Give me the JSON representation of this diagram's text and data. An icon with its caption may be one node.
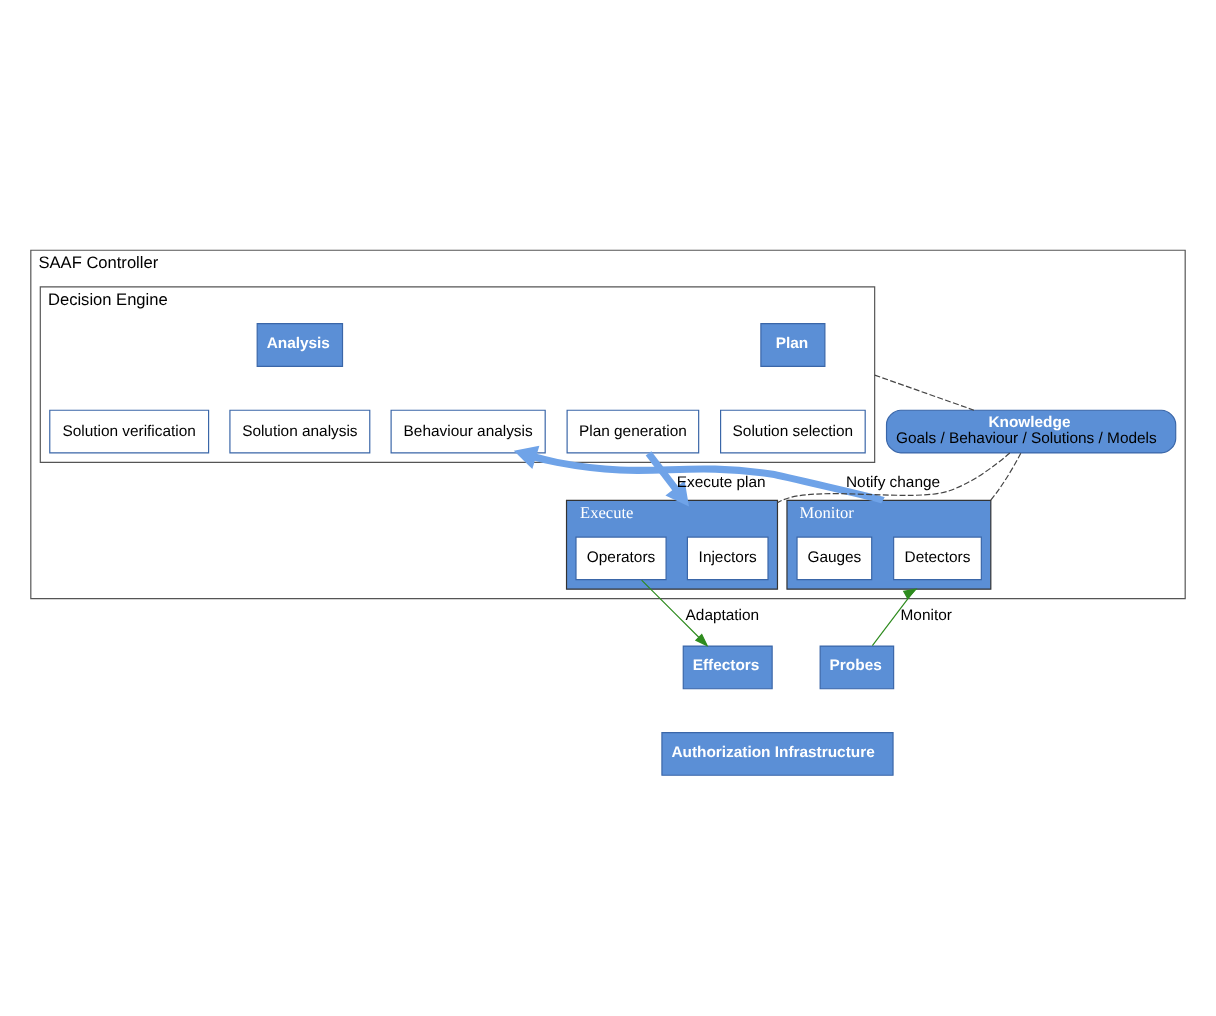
{
  "diagram": {
    "nodes": [
      {
        "text": [
          "SAAF Controller"
        ]
      },
      {
        "text": [
          "Decision Engine"
        ],
        "in": 0
      },
      {
        "text": [
          "Plan"
        ],
        "in": 1
      },
      {
        "text": [
          "Analysis"
        ],
        "in": 1
      },
      {
        "text": [
          "Plan generation"
        ],
        "in": 1
      },
      {
        "text": [
          "Solution selection"
        ],
        "in": 1
      },
      {
        "text": [
          "Solution verification"
        ],
        "in": 1
      },
      {
        "text": [
          "Solution analysis"
        ],
        "in": 1
      },
      {
        "text": [
          "Behaviour analysis"
        ],
        "in": 1
      },
      {
        "text": [
          "Knowledge",
          "Goals / Behaviour / Solutions / Models"
        ],
        "in": 0
      },
      {
        "text": [
          "Execute"
        ],
        "in": 0
      },
      {
        "text": [
          "Injectors"
        ],
        "in": 10
      },
      {
        "text": [
          "Operators"
        ],
        "in": 10
      },
      {
        "text": [
          "Monitor"
        ],
        "in": 0
      },
      {
        "text": [
          "Detectors"
        ],
        "in": 13
      },
      {
        "text": [
          "Gauges"
        ],
        "in": 13
      },
      {
        "text": [
          "Effectors"
        ]
      },
      {
        "text": [
          "Probes"
        ]
      },
      {
        "text": [
          "Authorization Infrastructure"
        ]
      }
    ],
    "edges": [
      {
        "from": 4,
        "to": 10,
        "arrow": "to",
        "label": "Execute plan",
        "style": "thick",
        "color": "#6fa3e8"
      },
      {
        "from": 13,
        "to": 8,
        "arrow": "to",
        "label": "Notify change",
        "style": "thick",
        "color": "#6fa3e8"
      },
      {
        "from": 1,
        "to": 9,
        "arrow": "none",
        "style": "dashed",
        "color": "#444444"
      },
      {
        "from": 9,
        "to": 10,
        "arrow": "none",
        "style": "dashed",
        "color": "#444444"
      },
      {
        "from": 9,
        "to": 13,
        "arrow": "none",
        "style": "dashed",
        "color": "#444444"
      },
      {
        "from": 12,
        "to": 16,
        "arrow": "to",
        "label": "Adaptation",
        "color": "#2e8b1e"
      },
      {
        "from": 17,
        "to": 13,
        "arrow": "to",
        "label": "Monitor",
        "color": "#2e8b1e"
      }
    ]
  }
}
